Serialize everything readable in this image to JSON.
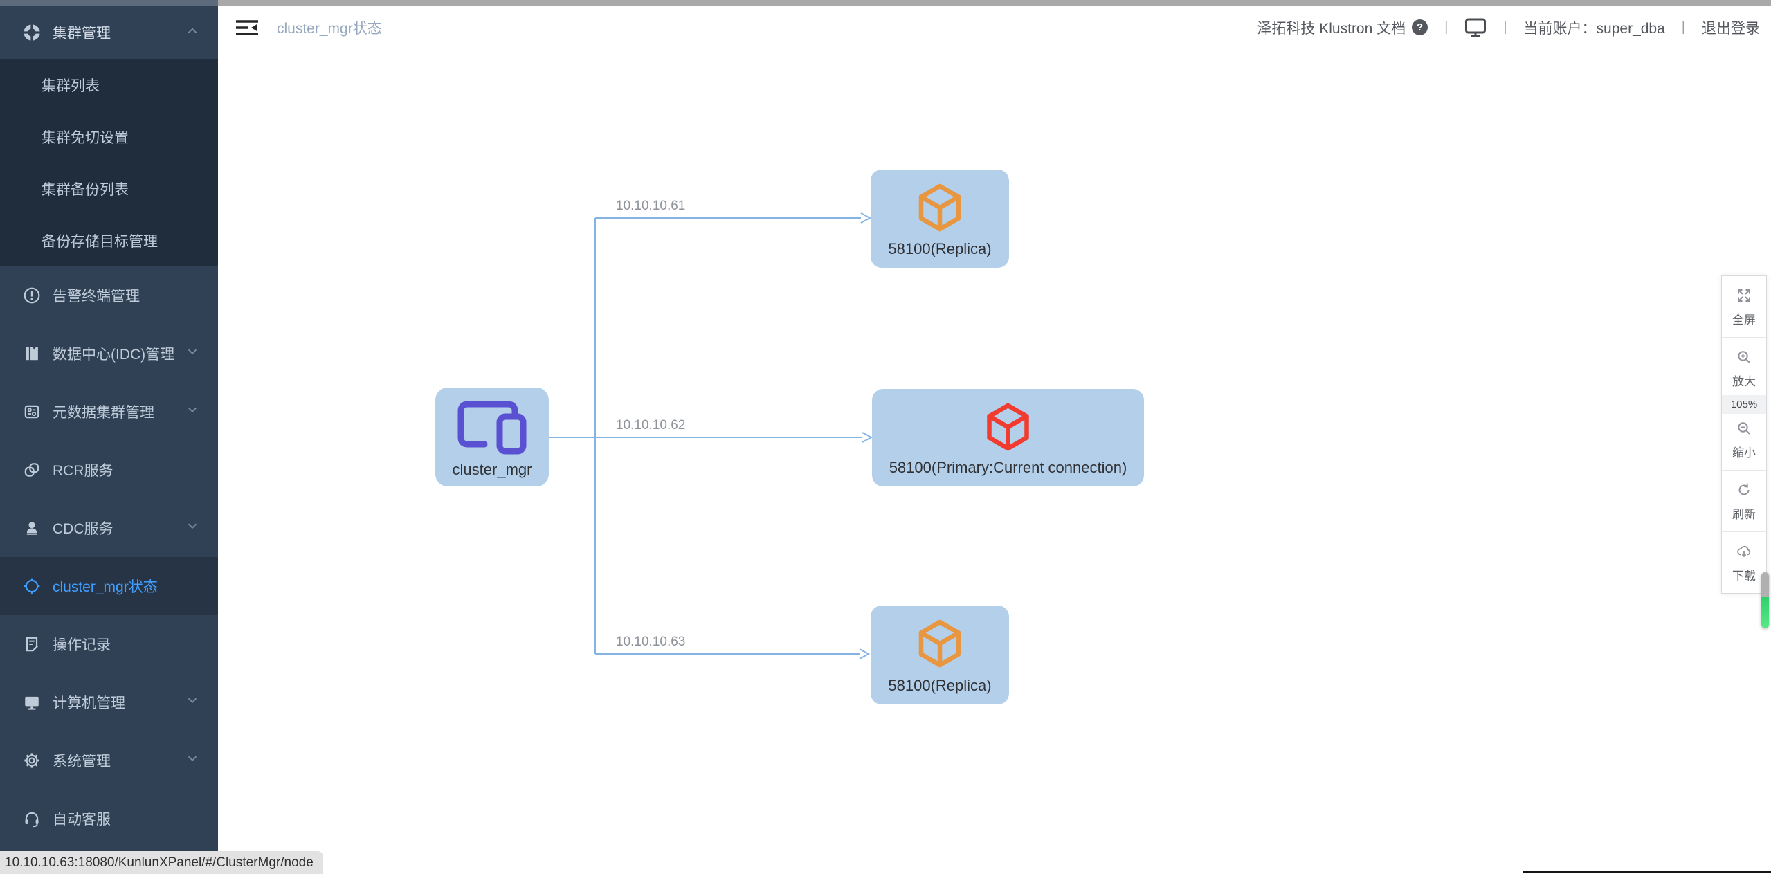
{
  "topbar": {
    "breadcrumb": "cluster_mgr状态",
    "doc_text": "泽拓科技 Klustron 文档",
    "help_glyph": "?",
    "sep": "|",
    "account_text": "当前账户：super_dba",
    "logout_text": "退出登录"
  },
  "sidebar": {
    "header": {
      "label": "集群管理"
    },
    "submenu": [
      {
        "label": "集群列表"
      },
      {
        "label": "集群免切设置"
      },
      {
        "label": "集群备份列表"
      },
      {
        "label": "备份存储目标管理"
      }
    ],
    "items": [
      {
        "label": "告警终端管理"
      },
      {
        "label": "数据中心(IDC)管理"
      },
      {
        "label": "元数据集群管理"
      },
      {
        "label": "RCR服务"
      },
      {
        "label": "CDC服务"
      },
      {
        "label": "cluster_mgr状态",
        "active": true
      },
      {
        "label": "操作记录"
      },
      {
        "label": "计算机管理"
      },
      {
        "label": "系统管理"
      },
      {
        "label": "自动客服"
      }
    ]
  },
  "toolbar": {
    "fullscreen": "全屏",
    "zoom_in": "放大",
    "zoom_level": "105%",
    "zoom_out": "缩小",
    "refresh": "刷新",
    "download": "下载"
  },
  "statusbar": {
    "url": "10.10.10.63:18080/KunlunXPanel/#/ClusterMgr/node"
  },
  "diagram": {
    "root": {
      "label": "cluster_mgr"
    },
    "nodes": [
      {
        "ip": "10.10.10.61",
        "label": "58100(Replica)",
        "role": "replica"
      },
      {
        "ip": "10.10.10.62",
        "label": "58100(Primary:Current connection)",
        "role": "primary"
      },
      {
        "ip": "10.10.10.63",
        "label": "58100(Replica)",
        "role": "replica"
      }
    ],
    "colors": {
      "node_bg": "#b4cfe9",
      "edge": "#85b3e2",
      "edge_label": "#8e9299",
      "node_text": "#2f3135",
      "replica_icon": "#e8963f",
      "primary_icon": "#f03b2e",
      "root_icon": "#5a50d2"
    }
  }
}
